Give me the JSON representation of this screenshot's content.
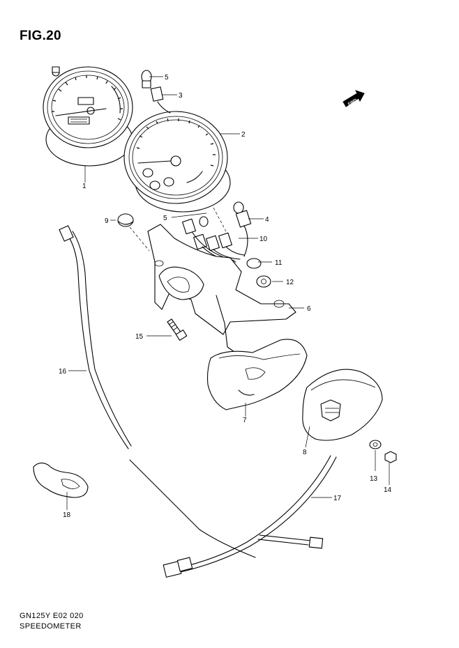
{
  "figure": {
    "title": "FIG.20",
    "code": "GN125Y E02 020",
    "name": "SPEEDOMETER",
    "direction_tag": "FWD"
  },
  "callouts": [
    {
      "id": "c1",
      "label": "1"
    },
    {
      "id": "c2",
      "label": "2"
    },
    {
      "id": "c3",
      "label": "3"
    },
    {
      "id": "c4",
      "label": "4"
    },
    {
      "id": "c5a",
      "label": "5"
    },
    {
      "id": "c5b",
      "label": "5"
    },
    {
      "id": "c6",
      "label": "6"
    },
    {
      "id": "c7",
      "label": "7"
    },
    {
      "id": "c8",
      "label": "8"
    },
    {
      "id": "c9",
      "label": "9"
    },
    {
      "id": "c10",
      "label": "10"
    },
    {
      "id": "c11",
      "label": "11"
    },
    {
      "id": "c12",
      "label": "12"
    },
    {
      "id": "c13",
      "label": "13"
    },
    {
      "id": "c14",
      "label": "14"
    },
    {
      "id": "c15",
      "label": "15"
    },
    {
      "id": "c16",
      "label": "16"
    },
    {
      "id": "c17",
      "label": "17"
    },
    {
      "id": "c18",
      "label": "18"
    }
  ]
}
